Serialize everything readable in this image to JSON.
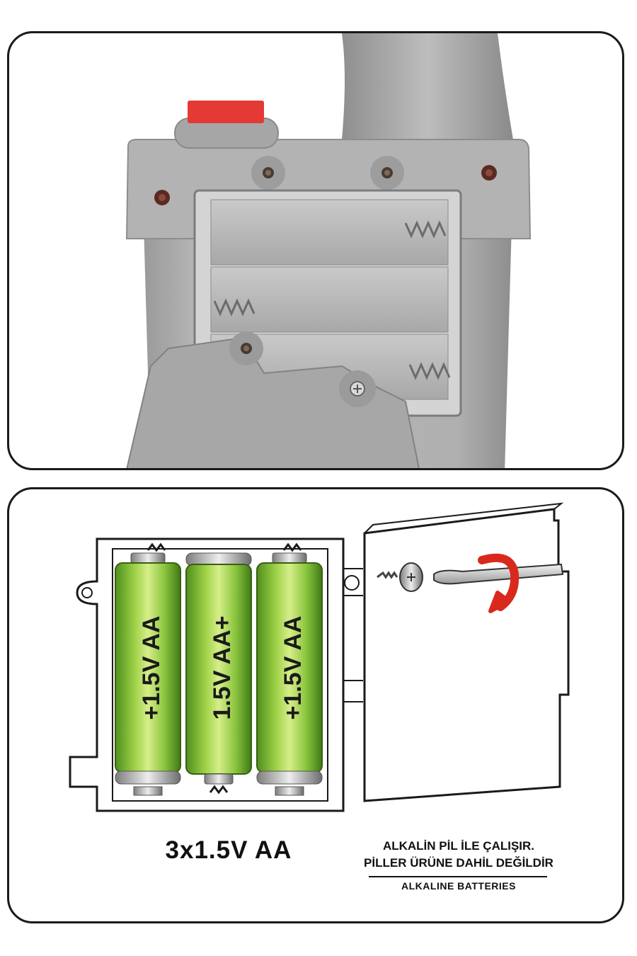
{
  "battery_labels": [
    "+1.5V AA",
    "1.5V AA+",
    "+1.5V AA"
  ],
  "caption": {
    "spec": "3x1.5V AA",
    "note_line1": "ALKALİN PİL İLE ÇALIŞIR.",
    "note_line2": "PİLLER ÜRÜNE DAHİL DEĞİLDİR",
    "note_line3": "ALKALINE BATTERIES"
  },
  "colors": {
    "device_gray": "#a9a9a9",
    "button_red": "#e53935",
    "battery_green": "#8cc63f",
    "arrow_red": "#d9291c"
  },
  "icons": [
    "screw-icon",
    "screwdriver-icon",
    "rotate-arrow-icon"
  ]
}
